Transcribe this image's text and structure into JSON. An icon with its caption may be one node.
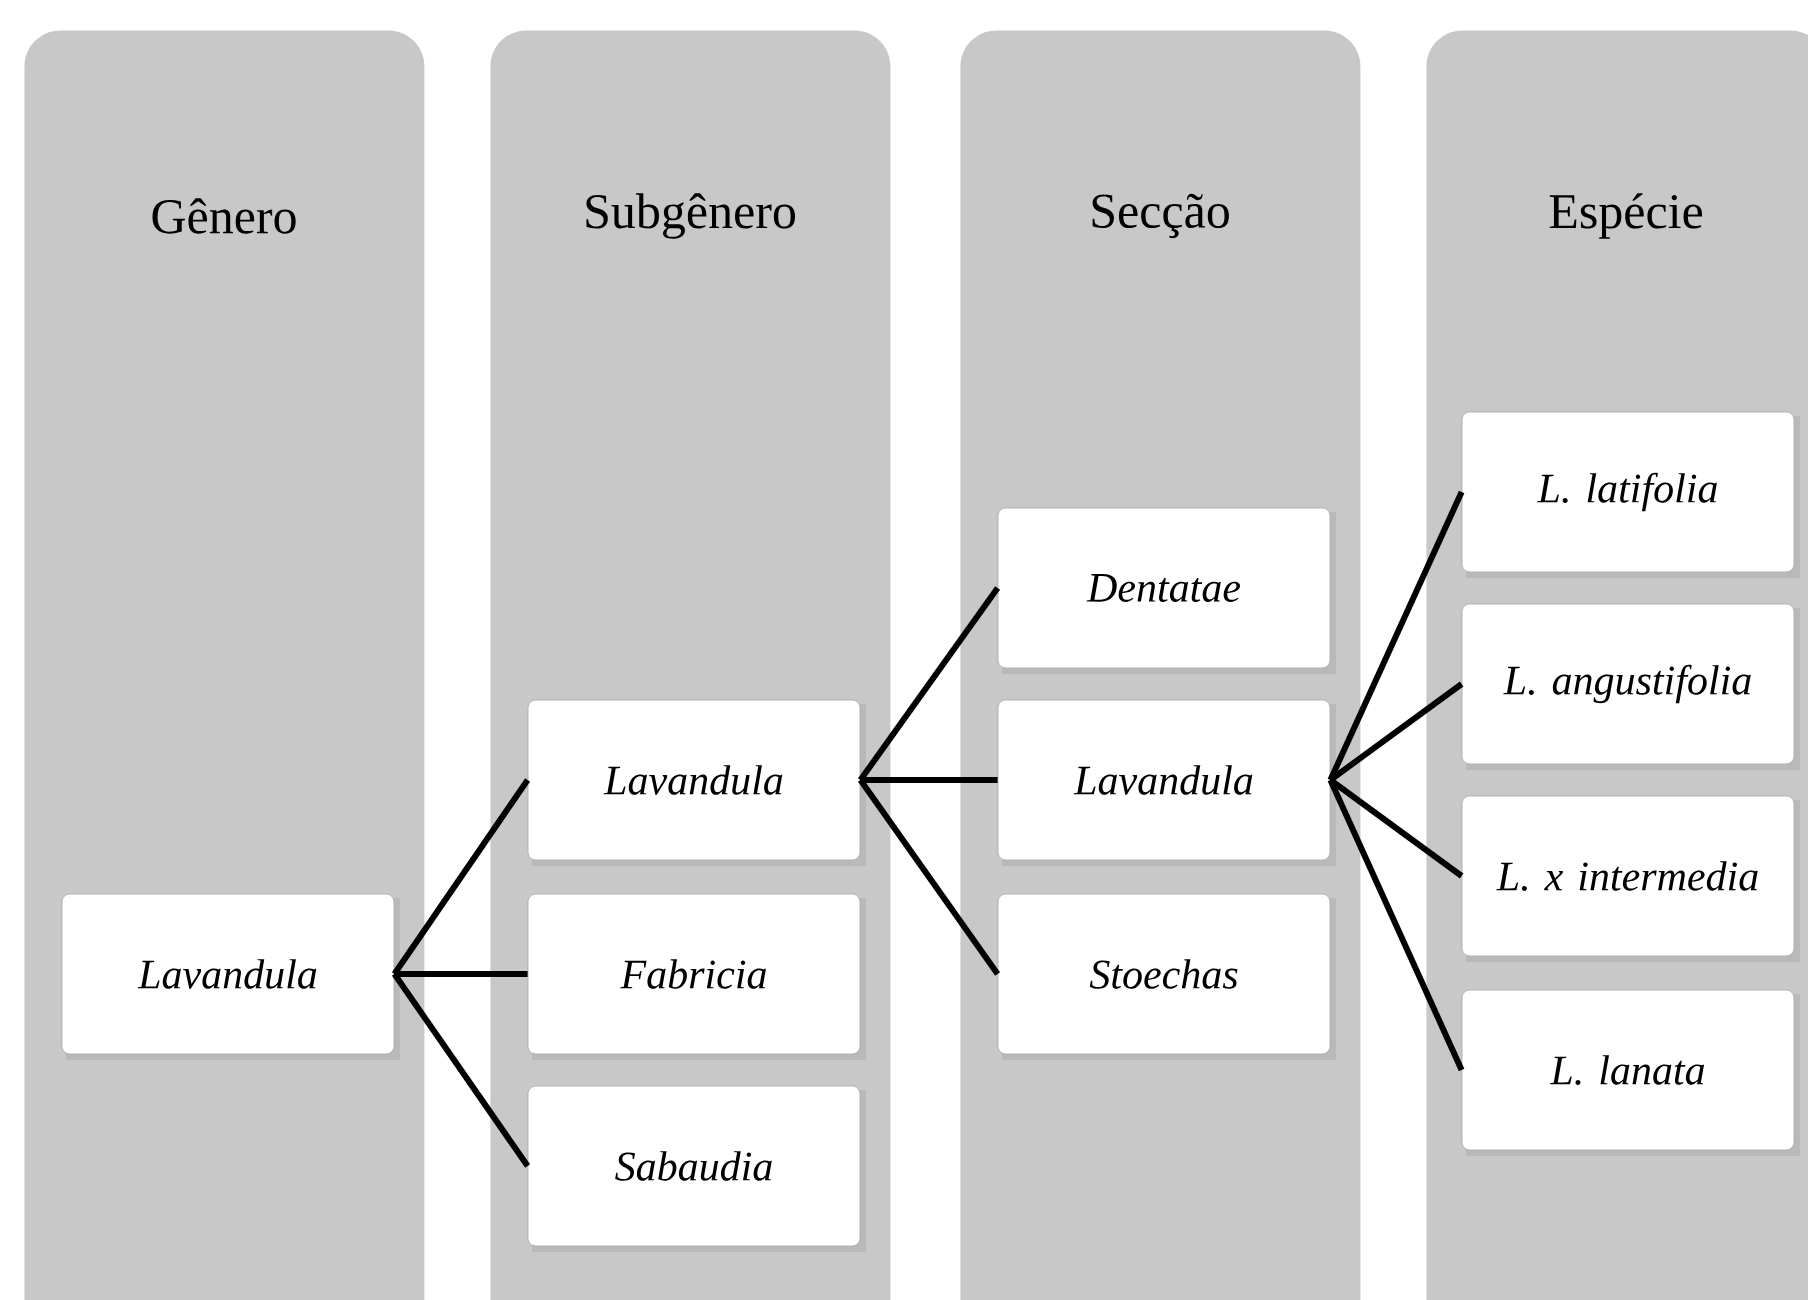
{
  "diagram": {
    "nodes": [
      {
        "text": [
          "Gênero"
        ]
      },
      {
        "text": [
          "Lavandula"
        ],
        "in": 0
      },
      {
        "text": [
          "Subgênero"
        ]
      },
      {
        "text": [
          "Lavandula"
        ],
        "in": 2
      },
      {
        "text": [
          "Fabricia"
        ],
        "in": 2
      },
      {
        "text": [
          "Sabaudia"
        ],
        "in": 2
      },
      {
        "text": [
          "Secção"
        ]
      },
      {
        "text": [
          "Dentatae"
        ],
        "in": 6
      },
      {
        "text": [
          "Lavandula"
        ],
        "in": 6
      },
      {
        "text": [
          "Stoechas"
        ],
        "in": 6
      },
      {
        "text": [
          "Espécie"
        ]
      },
      {
        "text": [
          "L. latifolia"
        ],
        "in": 10
      },
      {
        "text": [
          "L. angustifolia"
        ],
        "in": 10
      },
      {
        "text": [
          "L. x intermedia"
        ],
        "in": 10
      },
      {
        "text": [
          "L. lanata"
        ],
        "in": 10
      }
    ],
    "edges": [
      {
        "from": 1,
        "to": 3,
        "arrow": "none"
      },
      {
        "from": 1,
        "to": 4,
        "arrow": "none"
      },
      {
        "from": 1,
        "to": 5,
        "arrow": "none"
      },
      {
        "from": 3,
        "to": 7,
        "arrow": "none"
      },
      {
        "from": 3,
        "to": 8,
        "arrow": "none"
      },
      {
        "from": 3,
        "to": 9,
        "arrow": "none"
      },
      {
        "from": 8,
        "to": 11,
        "arrow": "none"
      },
      {
        "from": 8,
        "to": 12,
        "arrow": "none"
      },
      {
        "from": 8,
        "to": 13,
        "arrow": "none"
      },
      {
        "from": 8,
        "to": 14,
        "arrow": "none"
      }
    ]
  }
}
